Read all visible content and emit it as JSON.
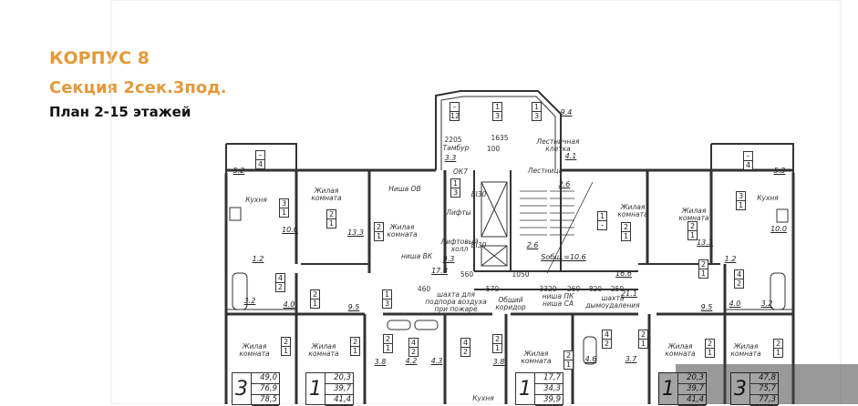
{
  "header": {
    "building": "КОРПУС 8",
    "section": "Секция 2сек.3под.",
    "plan": "План 2-15 этажей"
  },
  "colors": {
    "title_accent": "#e39a3a",
    "lines": "#333333",
    "overlay": "#464646"
  },
  "rooms": {
    "kitchen_l": "Кухня",
    "living_1": "Жилая\nкомната",
    "living_2": "Жилая\nкомната",
    "elevators": "Лифты",
    "elevator_hall": "Лифтовый\nхолл",
    "vestibule": "Тамбур",
    "stairwell": "Лестничная\nклетка",
    "stairs": "Лестница",
    "living_3": "Жилая\nкомната",
    "living_4": "Жилая\nкомната",
    "kitchen_r": "Кухня",
    "living_5": "Жилая\nкомната",
    "living_6": "Жилая\nкомната",
    "living_7": "Жилая\nкомната",
    "living_8": "Жилая\nкомната",
    "living_9": "Жилая\nкомната",
    "kitchen_b": "Кухня",
    "corridor": "Общий\nкоридор",
    "air_shaft": "шахта для\nподпора воздуха\nпри пожаре",
    "niche_pk": "ниша ПК\nниша СА",
    "smoke_shaft": "шахта\nдымоудаления",
    "niche_ov": "Ниша ОВ",
    "niche_vk": "ниша ВК",
    "ok7": "ОК7",
    "ei30_a": "EI30",
    "ei30_b": "EI30"
  },
  "areas": [
    "5.2",
    "10.0",
    "13.3",
    "1.2",
    "17.8",
    "9.3",
    "9.4",
    "4.1",
    "2.6",
    "2.6",
    "16.6",
    "21.1",
    "13.3",
    "5.3",
    "10.0",
    "1.2",
    "3.2",
    "4.0",
    "9.5",
    "3.8",
    "4.2",
    "4.3",
    "3.8",
    "4.6",
    "3.7",
    "9.5",
    "4.0",
    "3.2",
    "3.3",
    "Sобщ.=10.6"
  ],
  "dimensions": [
    "2205",
    "100",
    "1635",
    "460",
    "570",
    "1050",
    "3320",
    "260",
    "820",
    "250",
    "560"
  ],
  "tags": [
    {
      "top": "–",
      "bottom": "4"
    },
    {
      "top": "3",
      "bottom": "1"
    },
    {
      "top": "2",
      "bottom": "1"
    },
    {
      "top": "2",
      "bottom": "1"
    },
    {
      "top": "–",
      "bottom": "12"
    },
    {
      "top": "1",
      "bottom": "3"
    },
    {
      "top": "1",
      "bottom": "3"
    },
    {
      "top": "1",
      "bottom": "3"
    },
    {
      "top": "1",
      "bottom": "–"
    },
    {
      "top": "2",
      "bottom": "1"
    },
    {
      "top": "2",
      "bottom": "1"
    },
    {
      "top": "–",
      "bottom": "4"
    },
    {
      "top": "3",
      "bottom": "1"
    },
    {
      "top": "4",
      "bottom": "2"
    },
    {
      "top": "2",
      "bottom": "1"
    },
    {
      "top": "1",
      "bottom": "3"
    },
    {
      "top": "2",
      "bottom": "1"
    },
    {
      "top": "2",
      "bottom": "1"
    },
    {
      "top": "2",
      "bottom": "1"
    },
    {
      "top": "4",
      "bottom": "2"
    },
    {
      "top": "4",
      "bottom": "2"
    },
    {
      "top": "2",
      "bottom": "1"
    },
    {
      "top": "2",
      "bottom": "1"
    },
    {
      "top": "4",
      "bottom": "2"
    },
    {
      "top": "2",
      "bottom": "1"
    },
    {
      "top": "2",
      "bottom": "1"
    },
    {
      "top": "2",
      "bottom": "1"
    },
    {
      "top": "2",
      "bottom": "1"
    },
    {
      "top": "4",
      "bottom": "2"
    },
    {
      "top": "2",
      "bottom": "1"
    }
  ],
  "apartments": [
    {
      "rooms": "3",
      "living": "49,0",
      "total": "76,9",
      "total_with_balcony": "78,5"
    },
    {
      "rooms": "1",
      "living": "20,3",
      "total": "39,7",
      "total_with_balcony": "41,4"
    },
    {
      "rooms": "1",
      "living": "17,7",
      "total": "34,3",
      "total_with_balcony": "39,9"
    },
    {
      "rooms": "1",
      "living": "20,3",
      "total": "39,7",
      "total_with_balcony": "41,4"
    },
    {
      "rooms": "3",
      "living": "47,8",
      "total": "75,7",
      "total_with_balcony": "77,3"
    }
  ]
}
